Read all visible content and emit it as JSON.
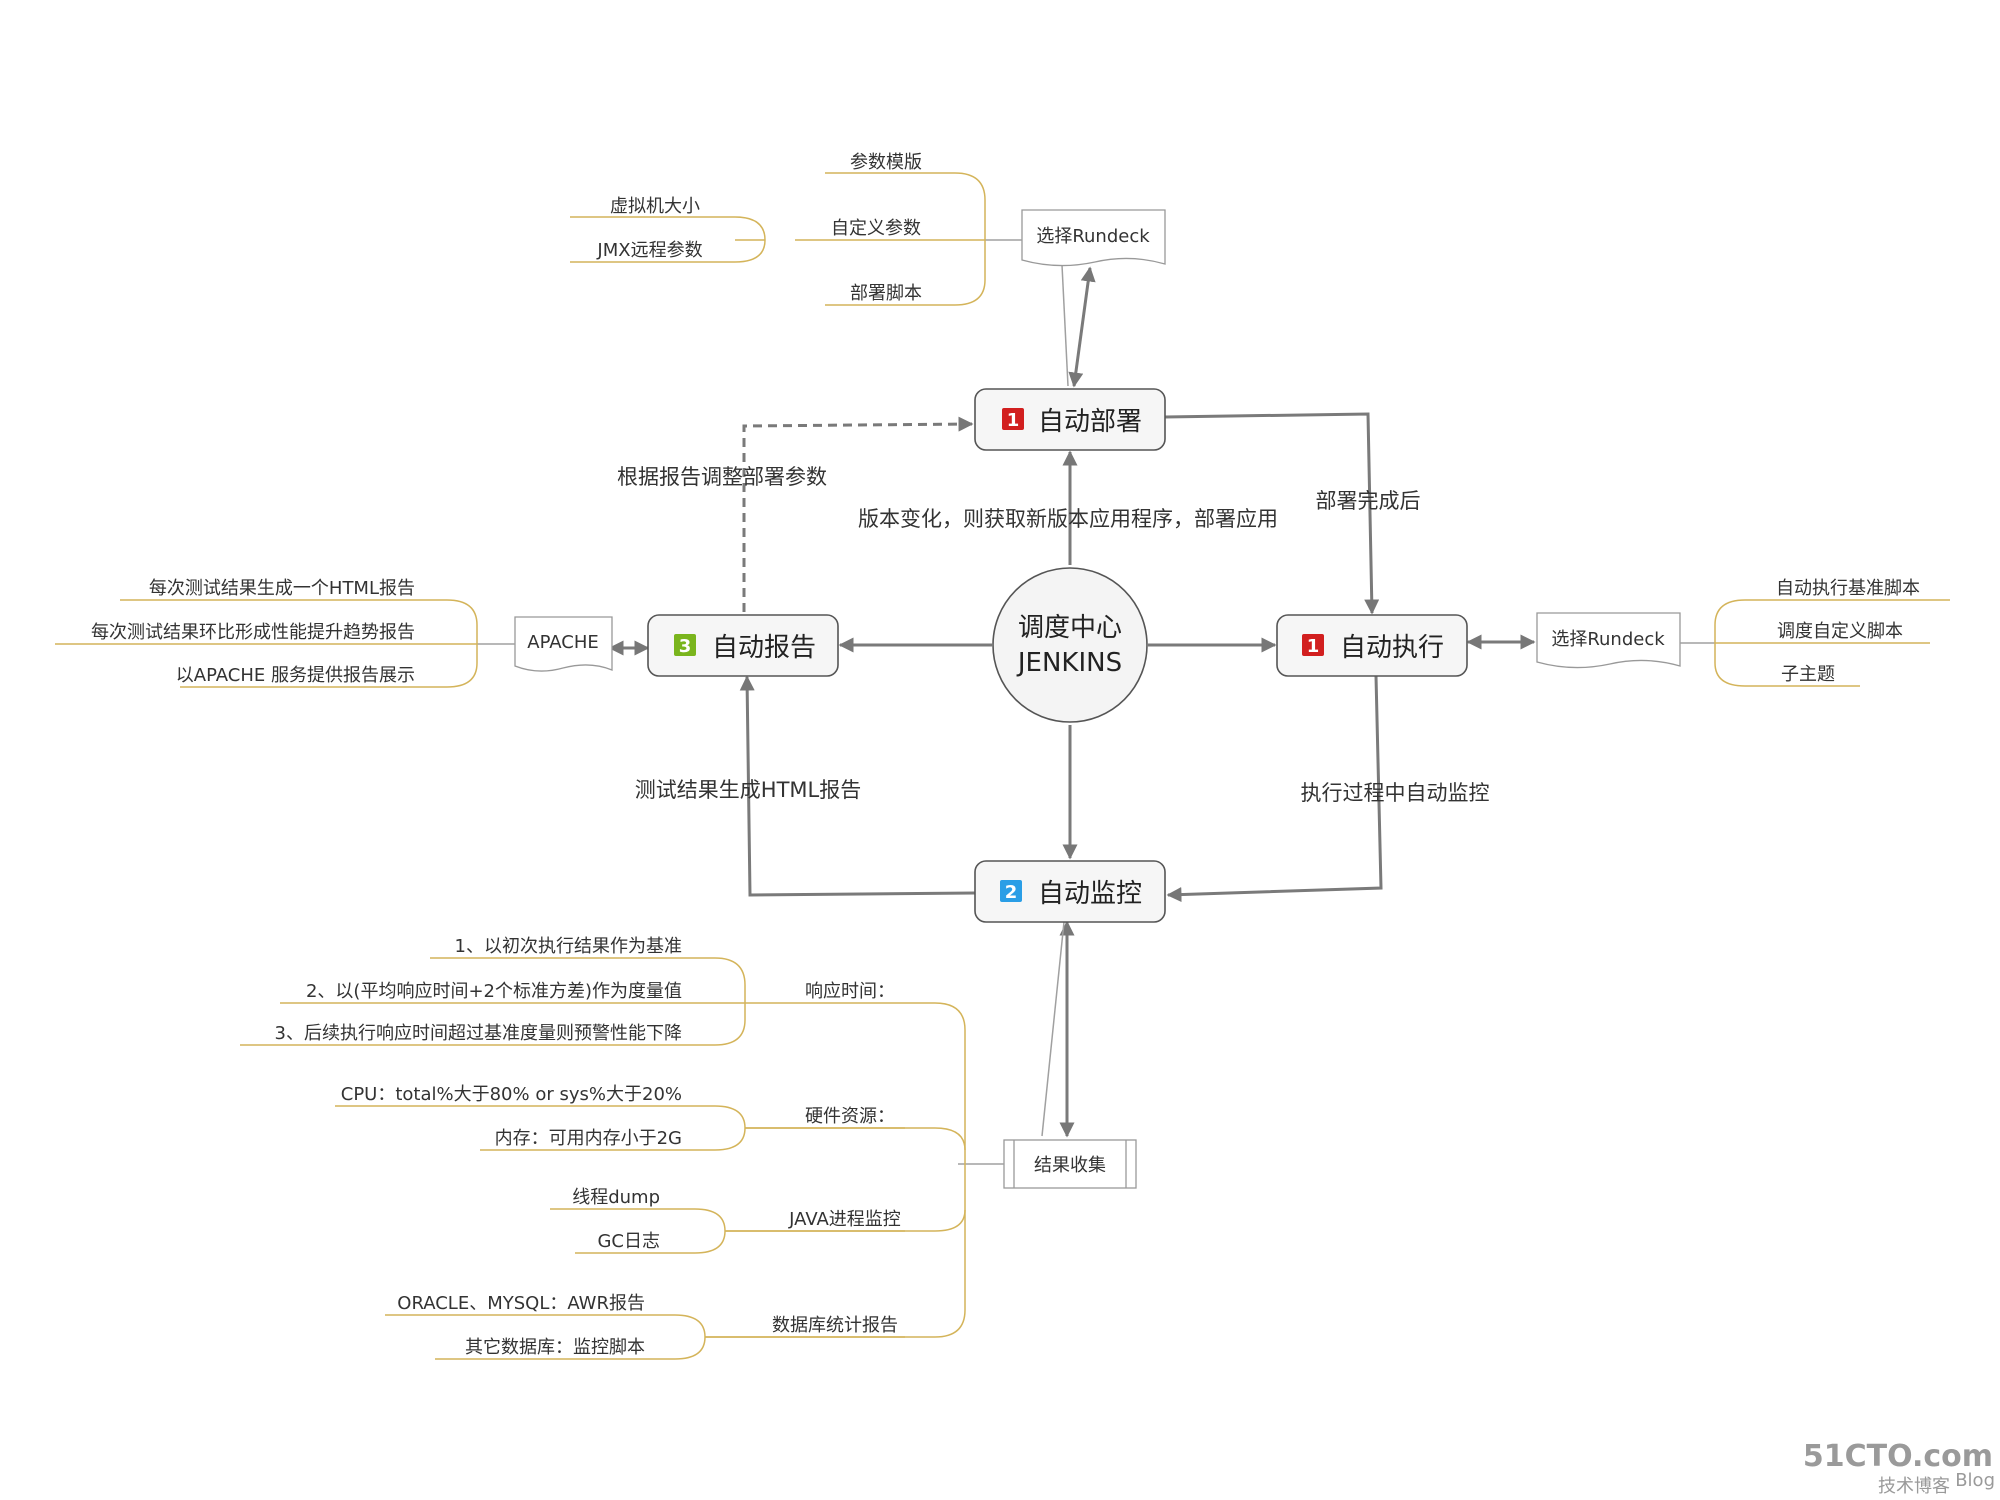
{
  "center": {
    "line1": "调度中心",
    "line2": "JENKINS"
  },
  "nodes": {
    "deploy": {
      "label": "自动部署",
      "badge": "1",
      "badge_color": "#d21f1f"
    },
    "execute": {
      "label": "自动执行",
      "badge": "1",
      "badge_color": "#d21f1f"
    },
    "monitor": {
      "label": "自动监控",
      "badge": "2",
      "badge_color": "#2a9ee6"
    },
    "report": {
      "label": "自动报告",
      "badge": "3",
      "badge_color": "#7ab51d"
    }
  },
  "edge_labels": {
    "center_to_deploy": "版本变化，则获取新版本应用程序，部署应用",
    "deploy_to_execute": "部署完成后",
    "execute_to_monitor": "执行过程中自动监控",
    "monitor_to_report": "测试结果生成HTML报告",
    "report_to_deploy": "根据报告调整部署参数"
  },
  "rundeck_top": {
    "label": "选择Rundeck",
    "items": [
      "参数模版",
      "自定义参数",
      "部署脚本"
    ],
    "custom_params_children": [
      "虚拟机大小",
      "JMX远程参数"
    ]
  },
  "rundeck_right": {
    "label": "选择Rundeck",
    "items": [
      "自动执行基准脚本",
      "调度自定义脚本",
      "子主题"
    ]
  },
  "apache": {
    "label": "APACHE",
    "items": [
      "每次测试结果生成一个HTML报告",
      "每次测试结果环比形成性能提升趋势报告",
      "以APACHE 服务提供报告展示"
    ]
  },
  "results": {
    "label": "结果收集",
    "groups": [
      {
        "label": "响应时间：",
        "items": [
          "1、以初次执行结果作为基准",
          "2、以(平均响应时间+2个标准方差)作为度量值",
          "3、后续执行响应时间超过基准度量则预警性能下降"
        ]
      },
      {
        "label": "硬件资源：",
        "items": [
          "CPU：total%大于80% or sys%大于20%",
          "内存：可用内存小于2G"
        ]
      },
      {
        "label": "JAVA进程监控",
        "items": [
          "线程dump",
          "GC日志"
        ]
      },
      {
        "label": "数据库统计报告",
        "items": [
          "ORACLE、MYSQL：AWR报告",
          "其它数据库：监控脚本"
        ]
      }
    ]
  },
  "watermark": {
    "main": "51CTO.com",
    "sub1": "技术博客",
    "sub2": "Blog"
  }
}
